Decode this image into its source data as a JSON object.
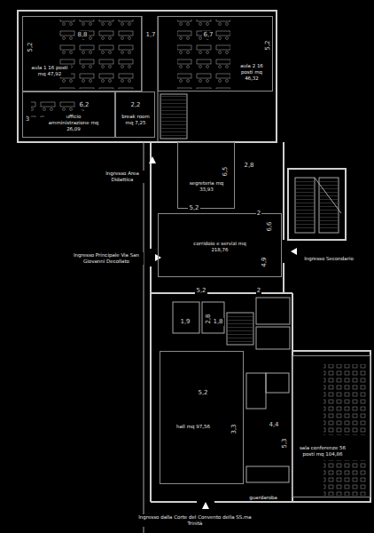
{
  "diagram": {
    "nodes": [
      {
        "text": [
          "aula 1 16 posti mq 47,92"
        ]
      },
      {
        "text": [
          "aula 2 16 posti mq 46,32"
        ]
      },
      {
        "text": [
          "ufficio amministrazione mq 26,09"
        ]
      },
      {
        "text": [
          "break room mq 7,25"
        ]
      },
      {
        "text": [
          "segreteria mq 33,93"
        ]
      },
      {
        "text": [
          "corridoio e servizi mq 218,76"
        ]
      },
      {
        "text": [
          "hall mq 97,56"
        ]
      },
      {
        "text": [
          "sala conferenze 56 posti mq 104,86"
        ]
      }
    ],
    "labels": [
      "5,2",
      "8,8",
      "1,7",
      "6,7",
      "5,2",
      "3",
      "6,2",
      "2,2",
      "2,8",
      "6,5",
      "5,2",
      "2",
      "6,6",
      "4,9",
      "5,2",
      "2",
      "1,9",
      "2,8",
      "1,8",
      "5,2",
      "3,3",
      "4,4",
      "5,3",
      "guardaroba",
      "Ingresso Area Didattica",
      "Ingresso Principale Via San Giovanni Decollato",
      "Ingresso Secondario",
      "Ingresso dalla Corte del Convento della SS.ma Trinità"
    ]
  }
}
